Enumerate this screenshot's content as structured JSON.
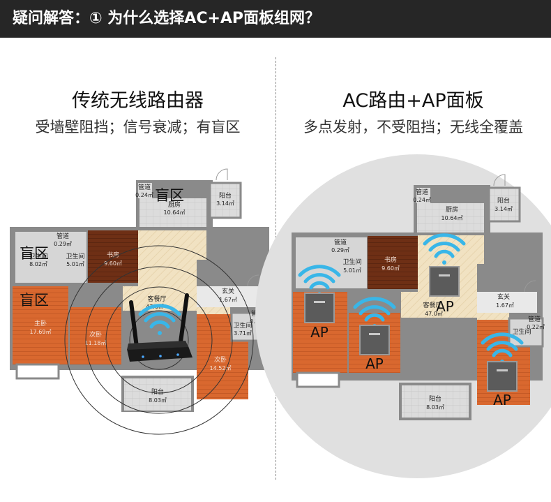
{
  "header": {
    "title": "疑问解答：① 为什么选择AC+AP面板组网？"
  },
  "left": {
    "title": "传统无线路由器",
    "subtitle": "受墙壁阻挡；信号衰减；有盲区",
    "blind_zone_label": "盲区",
    "rooms": {
      "pipe1": "管道",
      "pipe1_area": "0.24㎡",
      "kitchen": "厨房",
      "kitchen_area": "10.64㎡",
      "balcony1": "阳台",
      "balcony1_area": "3.14㎡",
      "pipe2": "管道",
      "pipe2_area": "0.29㎡",
      "bath1": "卫生间",
      "bath1_area": "8.02㎡",
      "bath2": "卫生间",
      "bath2_area": "5.01㎡",
      "study": "书房",
      "study_area": "9.60㎡",
      "living": "客餐厅",
      "living_area": "47.0㎡",
      "entry": "玄关",
      "entry_area": "1.67㎡",
      "pipe3": "管道",
      "pipe3_area": "0.22㎡",
      "bath3": "卫生间",
      "bath3_area": "3.71㎡",
      "master": "主卧",
      "master_area": "17.69㎡",
      "second": "次卧",
      "second_area": "11.18㎡",
      "third": "次卧",
      "third_area": "14.52㎡",
      "balcony2": "阳台",
      "balcony2_area": "8.03㎡"
    }
  },
  "right": {
    "title": "AC路由+AP面板",
    "subtitle": "多点发射，不受阻挡；无线全覆盖",
    "ap_label": "AP",
    "rooms": {
      "pipe1": "管道",
      "pipe1_area": "0.24㎡",
      "kitchen": "厨房",
      "kitchen_area": "10.64㎡",
      "balcony1": "阳台",
      "balcony1_area": "3.14㎡",
      "pipe2": "管道",
      "pipe2_area": "0.29㎡",
      "bath2": "卫生间",
      "bath2_area": "5.01㎡",
      "study": "书房",
      "study_area": "9.60㎡",
      "living": "客餐厅",
      "living_area": "47.0㎡",
      "entry": "玄关",
      "entry_area": "1.67㎡",
      "pipe3": "管道",
      "pipe3_area": "0.22㎡",
      "bath3": "卫生间",
      "balcony2": "阳台",
      "balcony2_area": "8.03㎡"
    }
  },
  "colors": {
    "header_bg": "#262626",
    "wifi": "#39b6e8",
    "orange_room": "#d9682f",
    "brown_room": "#6e2f15",
    "living_floor": "#f0e1bf",
    "wall": "#8a8a8a",
    "coverage": "#e0e0e0"
  },
  "icons": [
    "wifi-icon",
    "router-icon",
    "ap-panel-icon",
    "door-icon"
  ]
}
